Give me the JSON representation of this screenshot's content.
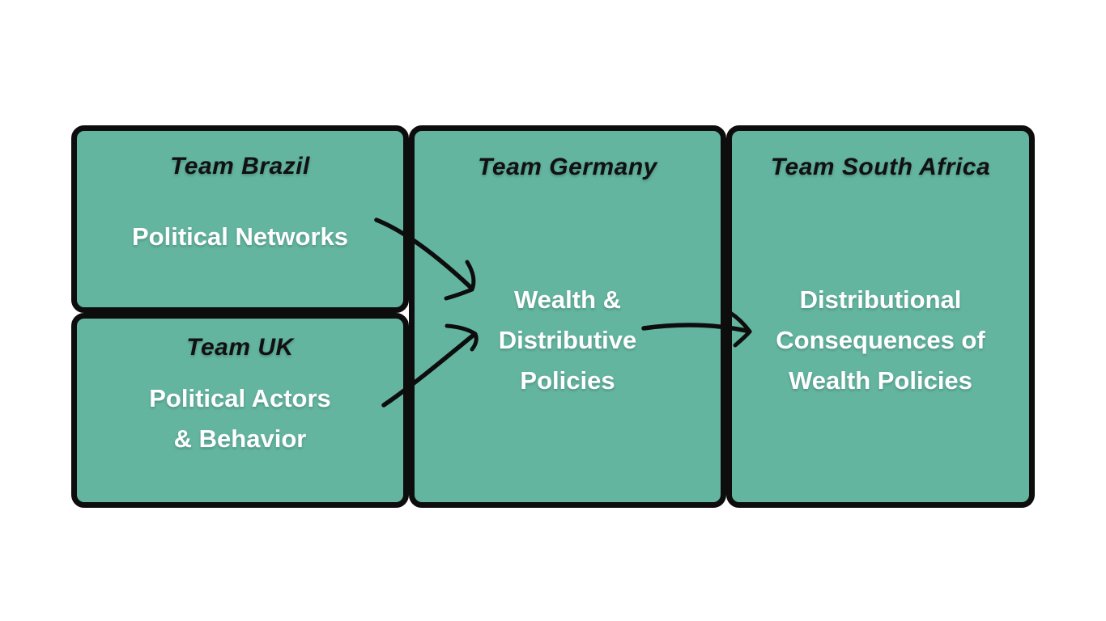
{
  "diagram": {
    "boxes": {
      "brazil": {
        "title": "Team Brazil",
        "body_lines": [
          "Political Networks"
        ]
      },
      "uk": {
        "title": "Team UK",
        "body_lines": [
          "Political Actors",
          "& Behavior"
        ]
      },
      "germany": {
        "title": "Team Germany",
        "body_lines": [
          "Wealth &",
          "Distributive",
          "Policies"
        ]
      },
      "south_africa": {
        "title": "Team South Africa",
        "body_lines": [
          "Distributional",
          "Consequences of",
          "Wealth Policies"
        ]
      }
    },
    "arrows": [
      {
        "name": "brazil-to-germany",
        "from": "Team Brazil",
        "to": "Team Germany"
      },
      {
        "name": "uk-to-germany",
        "from": "Team UK",
        "to": "Team Germany"
      },
      {
        "name": "germany-to-south-africa",
        "from": "Team Germany",
        "to": "Team South Africa"
      }
    ]
  },
  "colors": {
    "background": "#FFFFFF",
    "box_fill": "#63B5A0",
    "box_border": "#0D0D0D",
    "title_text": "#111111",
    "body_text": "#FFFFFF",
    "arrow": "#0D0D0D"
  }
}
